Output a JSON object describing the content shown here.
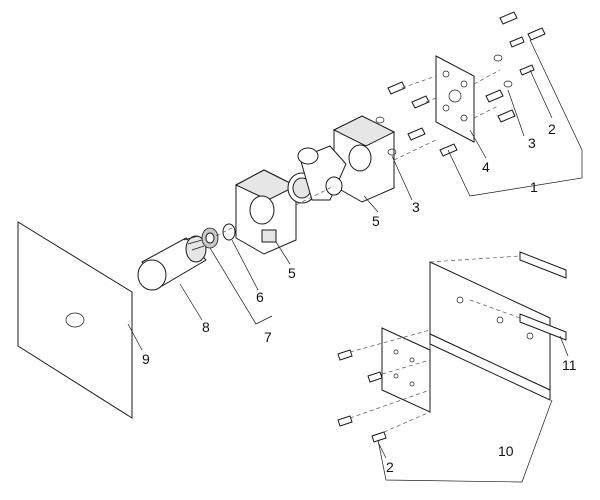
{
  "callouts": {
    "c1": "1",
    "c2a": "2",
    "c3a": "3",
    "c4": "4",
    "c3b": "3",
    "c5a": "5",
    "c5b": "5",
    "c6": "6",
    "c7": "7",
    "c8": "8",
    "c9": "9",
    "c10": "10",
    "c11": "11",
    "c2b": "2"
  }
}
